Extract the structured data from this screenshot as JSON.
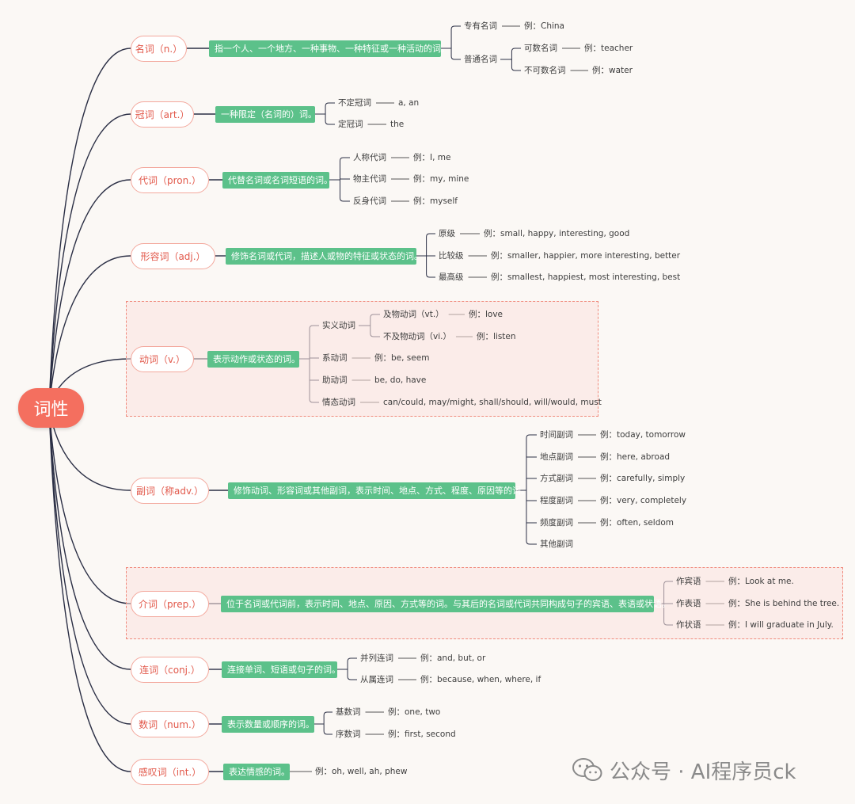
{
  "root": "词性",
  "categories": [
    {
      "label": "名词（n.）",
      "definition": "指一个人、一个地方、一种事物、一种特征或一种活动的词。",
      "children": [
        {
          "label": "专有名词",
          "example": "例：China"
        },
        {
          "label": "普通名词",
          "children": [
            {
              "label": "可数名词",
              "example": "例：teacher"
            },
            {
              "label": "不可数名词",
              "example": "例：water"
            }
          ]
        }
      ]
    },
    {
      "label": "冠词（art.）",
      "definition": "一种限定（名词的）词。",
      "children": [
        {
          "label": "不定冠词",
          "example": "a, an"
        },
        {
          "label": "定冠词",
          "example": "the"
        }
      ]
    },
    {
      "label": "代词（pron.）",
      "definition": "代替名词或名词短语的词。",
      "children": [
        {
          "label": "人称代词",
          "example": "例：I, me"
        },
        {
          "label": "物主代词",
          "example": "例：my, mine"
        },
        {
          "label": "反身代词",
          "example": "例：myself"
        }
      ]
    },
    {
      "label": "形容词（adj.）",
      "definition": "修饰名词或代词，描述人或物的特征或状态的词。",
      "children": [
        {
          "label": "原级",
          "example": "例：small, happy, interesting, good"
        },
        {
          "label": "比较级",
          "example": "例：smaller, happier, more interesting, better"
        },
        {
          "label": "最高级",
          "example": "例：smallest, happiest, most interesting, best"
        }
      ]
    },
    {
      "label": "动词（v.）",
      "definition": "表示动作或状态的词。",
      "children": [
        {
          "label": "实义动词",
          "children": [
            {
              "label": "及物动词（vt.）",
              "example": "例：love"
            },
            {
              "label": "不及物动词（vi.）",
              "example": "例：listen"
            }
          ]
        },
        {
          "label": "系动词",
          "example": "例：be, seem"
        },
        {
          "label": "助动词",
          "example": "be, do, have"
        },
        {
          "label": "情态动词",
          "example": "can/could, may/might, shall/should, will/would, must"
        }
      ]
    },
    {
      "label": "副词（称adv.）",
      "definition": "修饰动词、形容词或其他副词，表示时间、地点、方式、程度、原因等的词。",
      "children": [
        {
          "label": "时间副词",
          "example": "例：today, tomorrow"
        },
        {
          "label": "地点副词",
          "example": "例：here, abroad"
        },
        {
          "label": "方式副词",
          "example": "例：carefully, simply"
        },
        {
          "label": "程度副词",
          "example": "例：very, completely"
        },
        {
          "label": "频度副词",
          "example": "例：often, seldom"
        },
        {
          "label": "其他副词"
        }
      ]
    },
    {
      "label": "介词（prep.）",
      "definition": "位于名词或代词前，表示时间、地点、原因、方式等的词。与其后的名词或代词共同构成句子的宾语、表语或状语。",
      "children": [
        {
          "label": "作宾语",
          "example": "例：Look at me."
        },
        {
          "label": "作表语",
          "example": "例：She is behind the tree."
        },
        {
          "label": "作状语",
          "example": "例：I will graduate in July."
        }
      ]
    },
    {
      "label": "连词（conj.）",
      "definition": "连接单词、短语或句子的词。",
      "children": [
        {
          "label": "并列连词",
          "example": "例：and, but, or"
        },
        {
          "label": "从属连词",
          "example": "例：because, when, where, if"
        }
      ]
    },
    {
      "label": "数词（num.）",
      "definition": "表示数量或顺序的词。",
      "children": [
        {
          "label": "基数词",
          "example": "例：one, two"
        },
        {
          "label": "序数词",
          "example": "例：first, second"
        }
      ]
    },
    {
      "label": "感叹词（int.）",
      "definition": "表达情感的词。",
      "example": "例：oh, well, ah, phew"
    }
  ],
  "watermark": "公众号 · AI程序员ck",
  "colors": {
    "root": "#f46f5f",
    "category_border": "#f3a89d",
    "category_text": "#e2594b",
    "definition": "#5cc18a",
    "highlight_border": "#f08a7c",
    "line": "#2b2f45"
  }
}
